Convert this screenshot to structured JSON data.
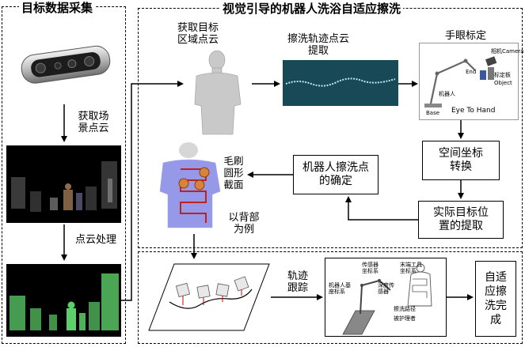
{
  "panels": {
    "left_title": "目标数据采集",
    "right_title": "视觉引导的机器人洗浴自适应擦洗"
  },
  "labels": {
    "acquire_scene": "获取场\n景点云",
    "pointcloud_processing": "点云处理",
    "acquire_region": "获取目标\n区域点云",
    "trajectory_extract": "擦洗轨迹点云\n提取",
    "hand_eye": "手眼标定",
    "brush": "毛刷\n圆形\n截面",
    "back_example": "以背部\n为例",
    "tracking": "轨迹\n跟踪"
  },
  "boxes": {
    "space_transform": "空间坐标\n转换",
    "actual_position": "实际目标位\n置的提取",
    "scrub_point": "机器人擦洗点\n的确定",
    "adaptive_done": "自适\n应擦\n洗完\n成"
  },
  "hand_eye_diagram": {
    "camera": "相机Camera",
    "end": "End",
    "target_board": "标定板",
    "object": "Object",
    "robot": "机器人",
    "base": "Base",
    "caption": "Eye To Hand"
  },
  "tracking_diagram": {
    "sensor_frame": "传感器\n坐标系",
    "end_tool_frame": "末端工具\n坐标系",
    "robot_base_frame": "机器人基\n座标系",
    "depth_sensor": "深度传\n感器",
    "scrub_path": "擦洗路径",
    "care_recipient": "被护理者"
  },
  "colors": {
    "line": "#000000",
    "dark_bg": "#000000",
    "pc_green": "#5ccf6a",
    "body_blue": "#8a8ee6",
    "path_red": "#c0201e",
    "brush_orange": "#d9823a",
    "teal_bg": "#174957"
  }
}
